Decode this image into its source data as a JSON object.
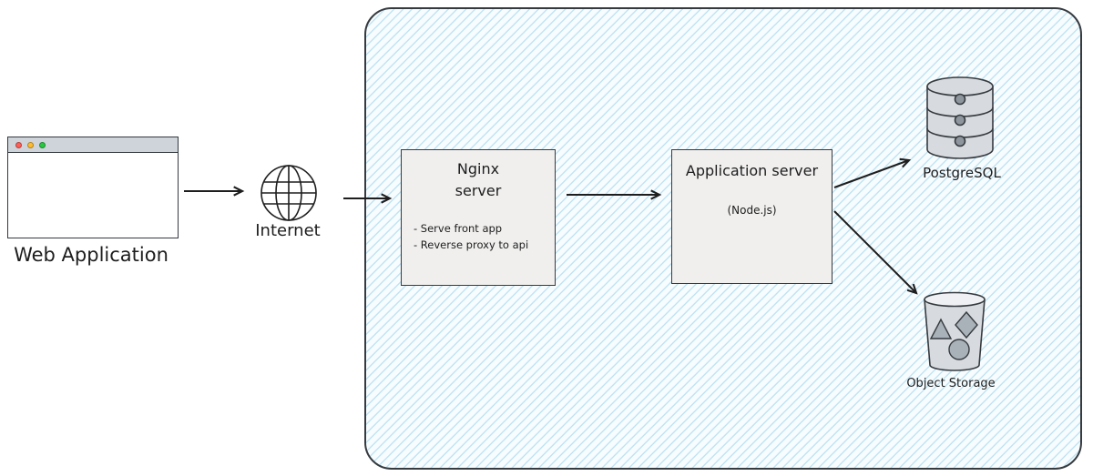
{
  "nodes": {
    "web_application": {
      "label": "Web Application"
    },
    "internet": {
      "label": "Internet"
    },
    "nginx": {
      "title": [
        "Nginx",
        "server"
      ],
      "bullets": [
        "- Serve front app",
        "- Reverse proxy to api"
      ]
    },
    "app_server": {
      "title": "Application server",
      "subtitle": "(Node.js)"
    },
    "postgresql": {
      "label": "PostgreSQL"
    },
    "object_storage": {
      "label": "Object Storage"
    }
  },
  "colors": {
    "stroke": "#1e1e1e",
    "boundary_fill": "#f7fcfe",
    "boundary_hatch": "#8ccbe9",
    "box_fill": "#f0efee",
    "titlebar_fill": "#ced4da",
    "cylinder_fill": "#d7dbe0",
    "inner_shape_fill": "#a9b1b9",
    "dot_red": "#ff5f57",
    "dot_yellow": "#febc2e",
    "dot_green": "#28c840"
  }
}
